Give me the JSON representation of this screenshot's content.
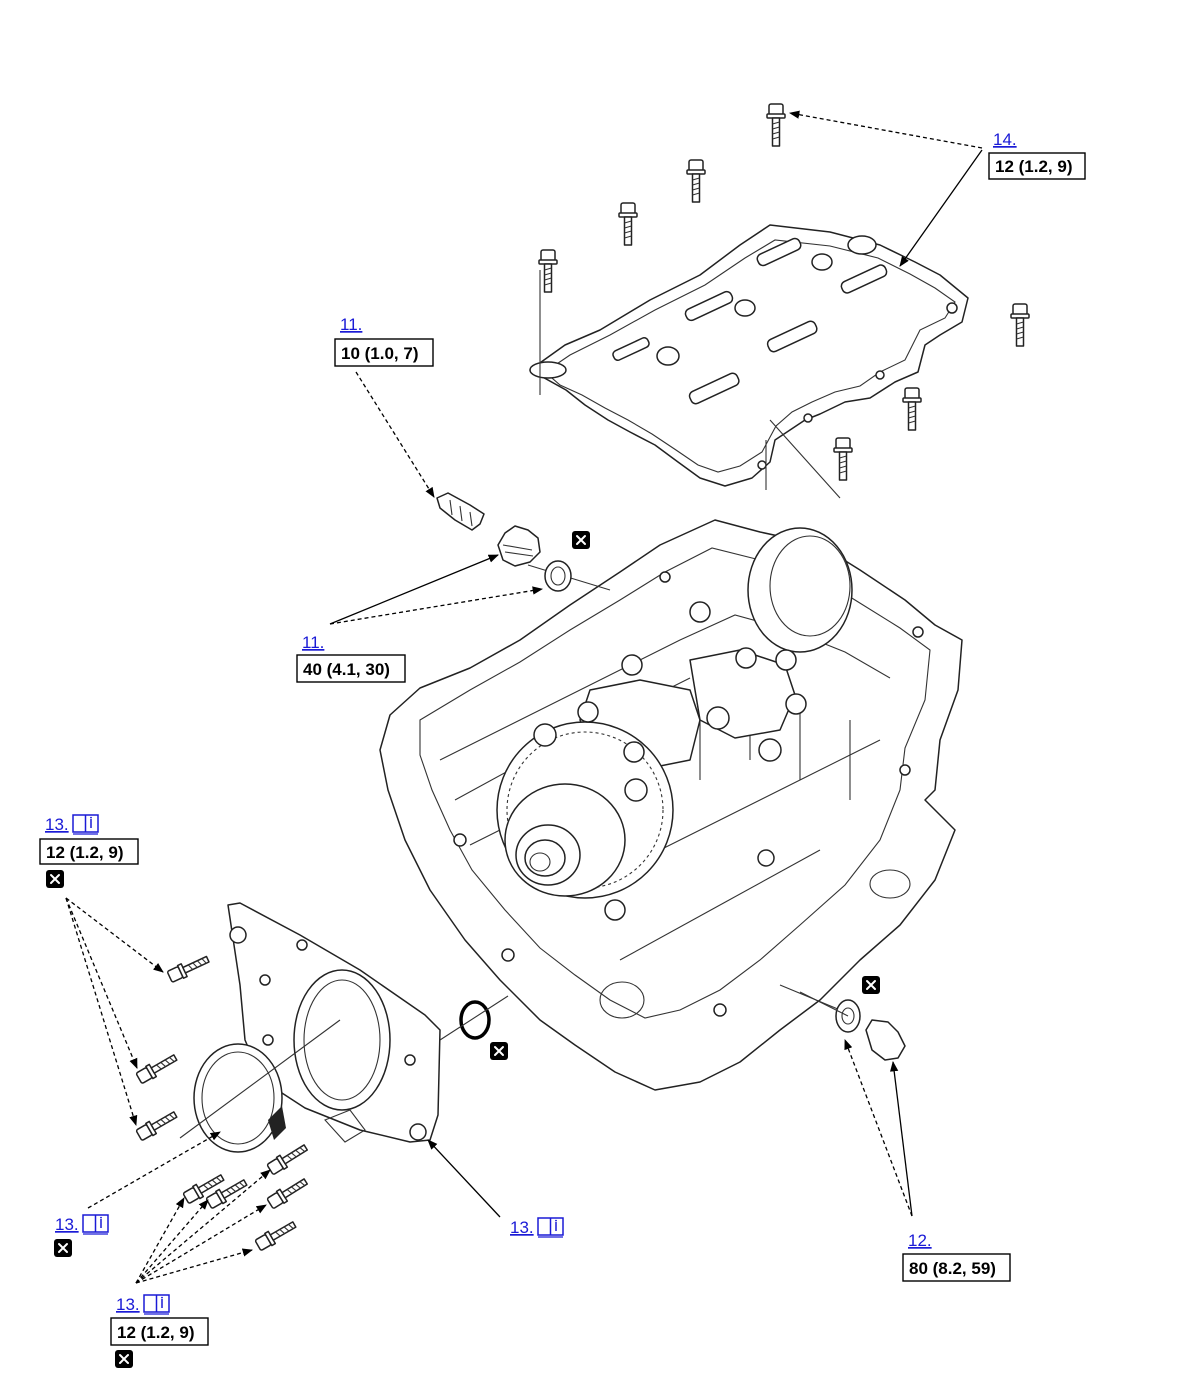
{
  "callouts": {
    "c14": {
      "ref": "14.",
      "torque": "12 (1.2, 9)"
    },
    "c11_top": {
      "ref": "11.",
      "torque": "10 (1.0, 7)"
    },
    "c11_bottom": {
      "ref": "11.",
      "torque": "40 (4.1, 30)"
    },
    "c13_topleft": {
      "ref": "13.",
      "torque": "12 (1.2, 9)"
    },
    "c13_seal": {
      "ref": "13."
    },
    "c13_cover": {
      "ref": "13."
    },
    "c13_bottom": {
      "ref": "13.",
      "torque": "12 (1.2, 9)"
    },
    "c12": {
      "ref": "12.",
      "torque": "80 (8.2, 59)"
    }
  },
  "icons": {
    "replace": "replace-part-icon",
    "manual": "service-manual-book-icon"
  }
}
